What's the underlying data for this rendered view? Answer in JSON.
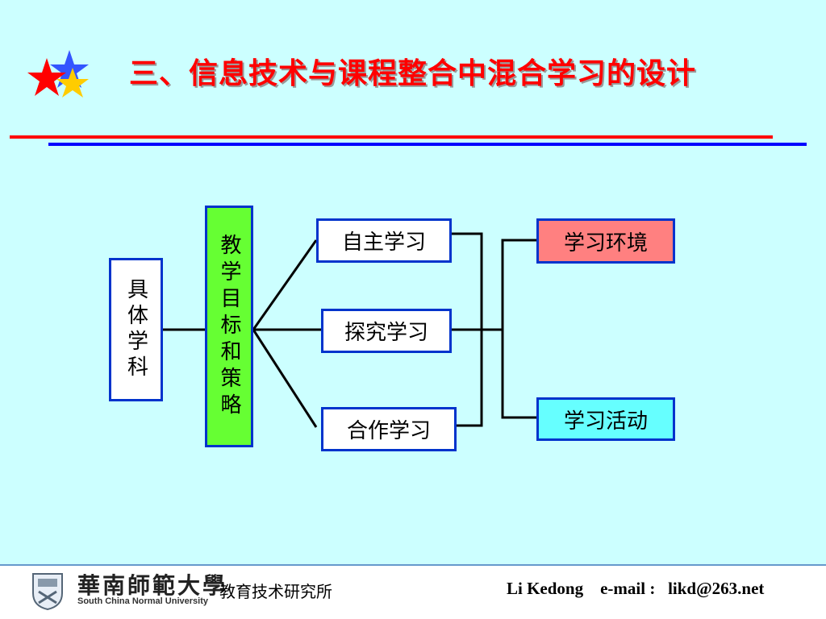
{
  "title": "三、信息技术与课程整合中混合学习的设计",
  "diagram": {
    "subject": "具体学科",
    "goals": "教学目标和策略",
    "modes": [
      "自主学习",
      "探究学习",
      "合作学习"
    ],
    "outcomes": [
      {
        "label": "学习环境",
        "color": "#ff8080"
      },
      {
        "label": "学习活动",
        "color": "#66ffff"
      }
    ],
    "goals_color": "#66ff33",
    "border_color": "#0033cc"
  },
  "footer": {
    "university_cn": "華南師範大學",
    "university_en": "South China Normal University",
    "institute": "教育技术研究所",
    "contact": "Li Kedong    e-mail :   likd@263.net"
  },
  "colors": {
    "background": "#ccffff",
    "title": "#ff0000",
    "rule_red": "#ff0000",
    "rule_blue": "#0000ff"
  }
}
